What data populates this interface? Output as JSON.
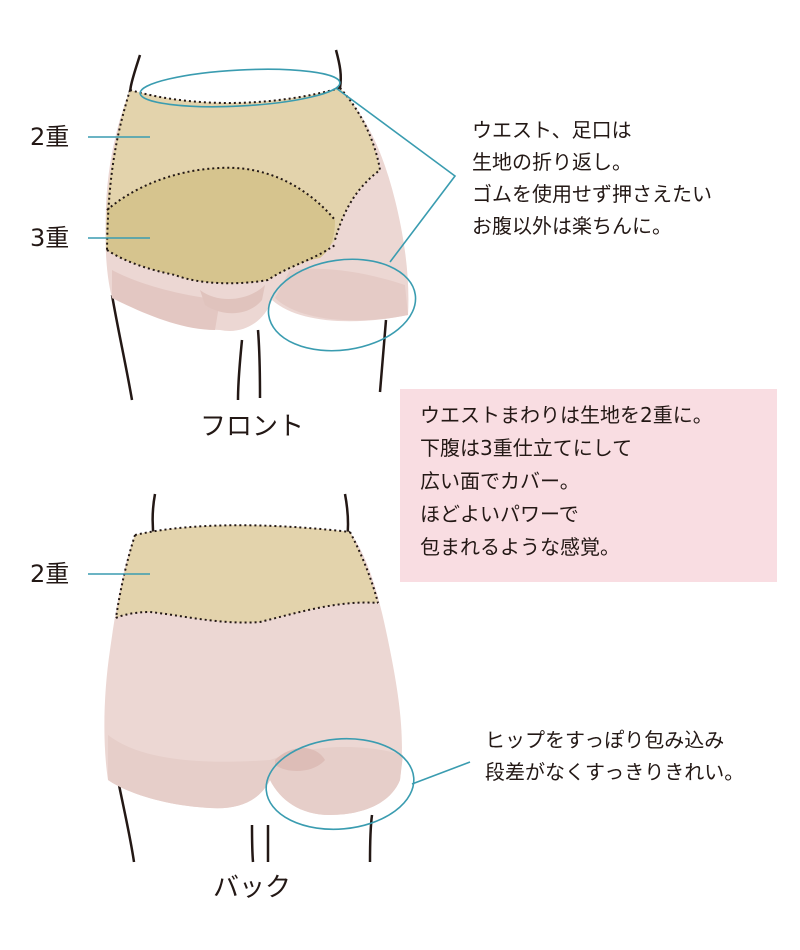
{
  "front": {
    "label_2": "2重",
    "label_3": "3重",
    "note_lines": [
      "ウエスト、足口は",
      "生地の折り返し。",
      "ゴムを使用せず押さえたい",
      "お腹以外は楽ちんに。"
    ],
    "caption": "フロント"
  },
  "info_box": {
    "lines": [
      "ウエストまわりは生地を2重に。",
      "下腹は3重仕立てにして",
      "広い面でカバー。",
      "ほどよいパワーで",
      "包まれるような感覚。"
    ]
  },
  "back": {
    "label_2": "2重",
    "note_lines": [
      "ヒップをすっぽり包み込み",
      "段差がなくすっきりきれい。"
    ],
    "caption": "バック"
  },
  "colors": {
    "fabric_pink": "#ecd7d3",
    "layer_2": "#e3d3ac",
    "layer_3": "#d6c48e",
    "callout_teal": "#3a9cb0",
    "box_pink": "#f9dde2"
  }
}
